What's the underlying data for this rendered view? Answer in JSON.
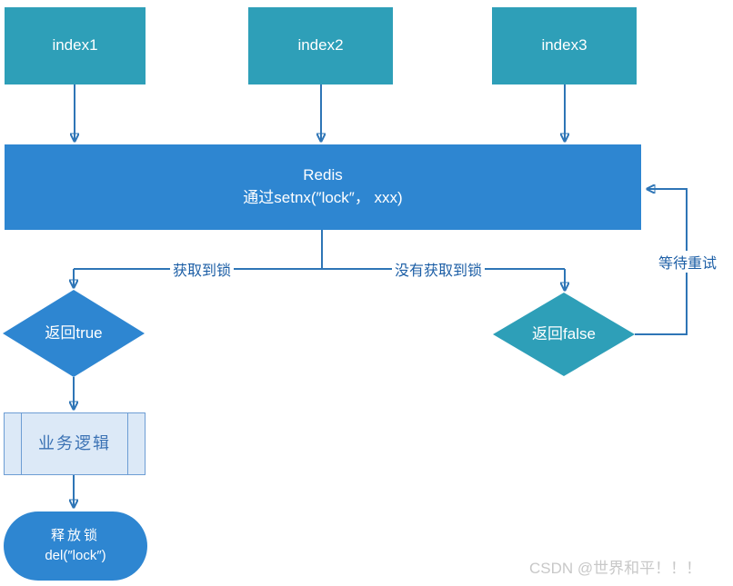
{
  "diagram": {
    "clients": [
      {
        "label": "index1"
      },
      {
        "label": "index2"
      },
      {
        "label": "index3"
      }
    ],
    "redis": {
      "title": "Redis",
      "subtitle": "通过setnx(″lock″， xxx)"
    },
    "decisions": {
      "true_node": {
        "label": "返回true"
      },
      "false_node": {
        "label": "返回false"
      }
    },
    "business": {
      "label": "业务逻辑"
    },
    "release": {
      "line1": "释放锁",
      "line2": "del(″lock″)"
    },
    "edge_labels": {
      "acquired": "获取到锁",
      "not_acquired": "没有获取到锁",
      "retry": "等待重试"
    }
  },
  "watermark": "CSDN @世界和平！！！",
  "colors": {
    "teal_node": "#2E9FB8",
    "blue_node": "#2E86D1",
    "connector": "#2E75B6",
    "edge_label_text": "#1D5FA6",
    "process_fill": "#DCE9F7",
    "process_border": "#6D9DD4",
    "process_text": "#3B72B4",
    "watermark_text": "#C8C8C8"
  }
}
